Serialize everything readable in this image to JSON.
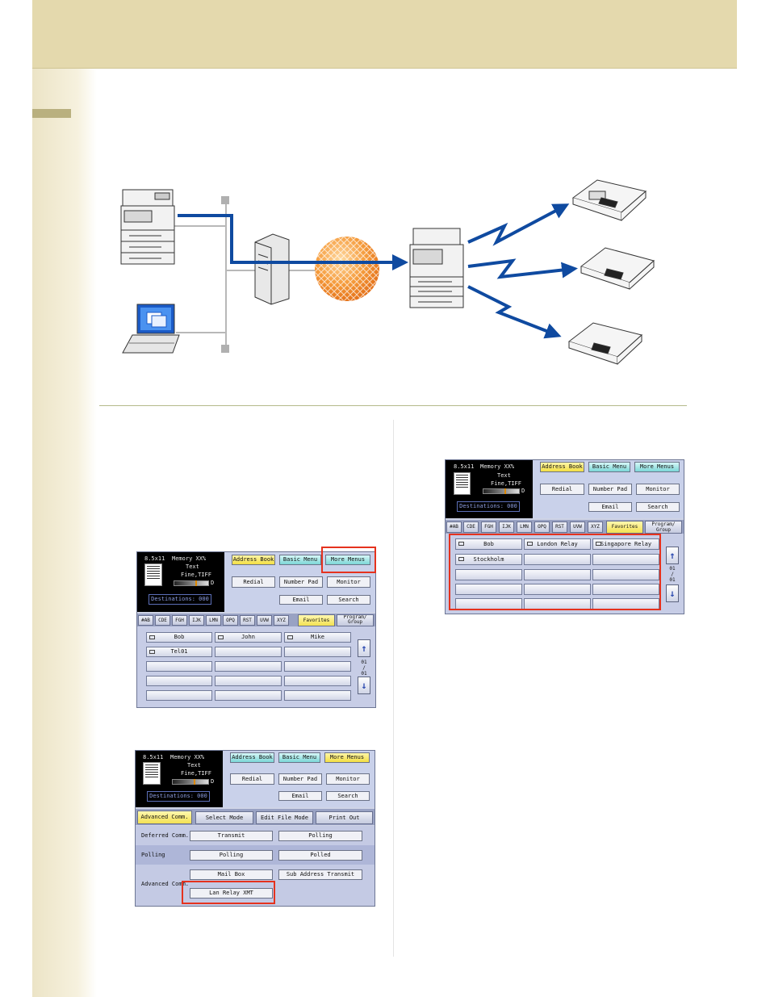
{
  "panels": {
    "status": {
      "paper": "8.5x11",
      "memory": "Memory XX%",
      "mode": "Text",
      "resolution": "Fine,TIFF",
      "dark_letter": "D",
      "destinations": "Destinations: 000"
    },
    "buttons": {
      "address_book": "Address Book",
      "basic_menu": "Basic Menu",
      "more_menus": "More Menus",
      "redial": "Redial",
      "number_pad": "Number Pad",
      "monitor": "Monitor",
      "email": "Email",
      "search": "Search"
    },
    "tabs": [
      "#AB",
      "CDE",
      "FGH",
      "IJK",
      "LMN",
      "OPQ",
      "RST",
      "UVW",
      "XYZ",
      "Favorites",
      "Program/ Group"
    ],
    "page": "01",
    "panel1_names": [
      "Bob",
      "John",
      "Mike",
      "Tel01"
    ],
    "panel3_names": [
      "Bob",
      "London Relay",
      "Singapore Relay",
      "Stockholm"
    ],
    "panel2": {
      "tabs": [
        "Advanced Comm.",
        "Select Mode",
        "Edit File Mode",
        "Print Out"
      ],
      "rows": [
        {
          "label": "Deferred Comm.",
          "buttons": [
            "Transmit",
            "Polling"
          ]
        },
        {
          "label": "Polling",
          "buttons": [
            "Polling",
            "Polled"
          ]
        },
        {
          "label": "Advanced Comm.",
          "buttons": [
            "Mail Box",
            "Sub Address Transmit",
            "Lan Relay XMT"
          ]
        }
      ]
    }
  },
  "colors": {
    "header": "#e4d9ad",
    "highlight_red": "#e5321e",
    "arrow_blue": "#0f4aa0",
    "globe_orange": "#f29a3a"
  }
}
